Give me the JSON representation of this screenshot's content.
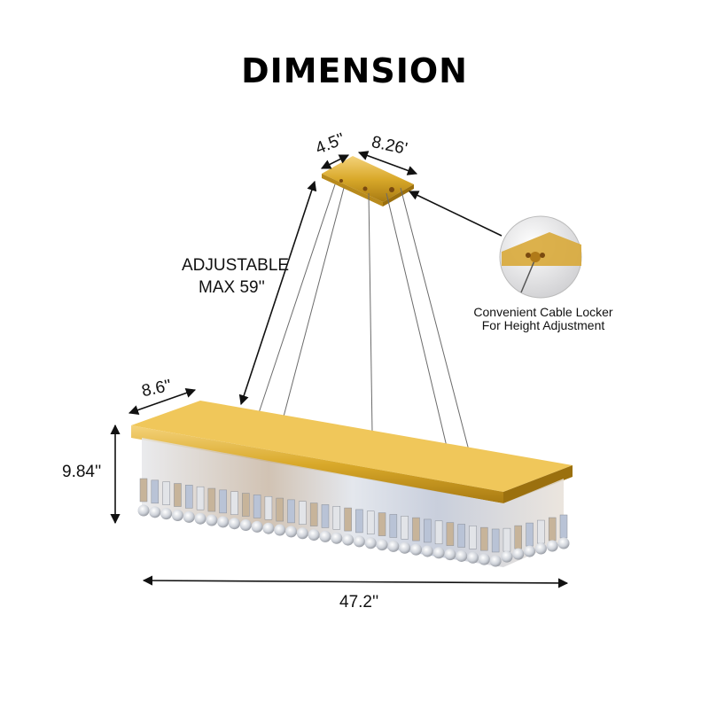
{
  "title": "DIMENSION",
  "dimensions": {
    "canopy_depth": "4.5''",
    "canopy_width": "8.26'",
    "cable_length": [
      "ADJUSTABLE",
      "MAX 59''"
    ],
    "body_depth": "8.6''",
    "height": "9.84''",
    "length": "47.2''"
  },
  "callout": {
    "line1": "Convenient Cable Locker",
    "line2": "For Height Adjustment"
  },
  "colors": {
    "gold": "#d9a92a",
    "crystal": "#d7d9de"
  }
}
